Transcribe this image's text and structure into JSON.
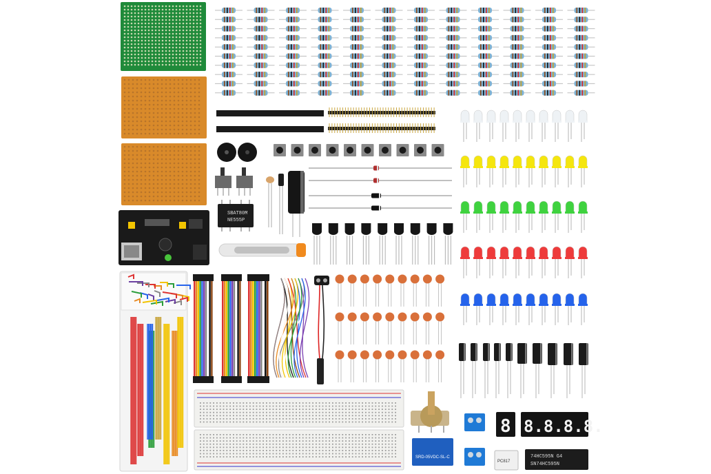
{
  "photo": {
    "subject": "electronics components starter kit product photo",
    "background": "#ffffff"
  },
  "printed_text": {
    "ic_timer_line1": "SBAT80M",
    "ic_timer_line2": "NE555P",
    "ic_large_line1": "74HC595N G4",
    "ic_large_line2": "SN74HC595N",
    "relay_line1": "SRD-05VDC-SL-C",
    "optocoupler_label": "PC817",
    "seven_segment_single": "8",
    "seven_segment_quad": "8.8.8.8."
  },
  "colors": {
    "pcb_green": "#1f8a3a",
    "pcb_orange": "#d98a2a",
    "resistor_body": "#7fb3d5",
    "led_clear": "#eef2f5",
    "led_yellow": "#f5e60e",
    "led_green": "#3fd23f",
    "led_red": "#ee3b3b",
    "led_blue": "#2563eb",
    "ceramic_cap": "#d9703a",
    "electrolytic_cap": "#1b1b1b",
    "relay_blue": "#1f5fbf",
    "terminal_block": "#1f7ad6",
    "breadboard": "#f1f1ee"
  }
}
